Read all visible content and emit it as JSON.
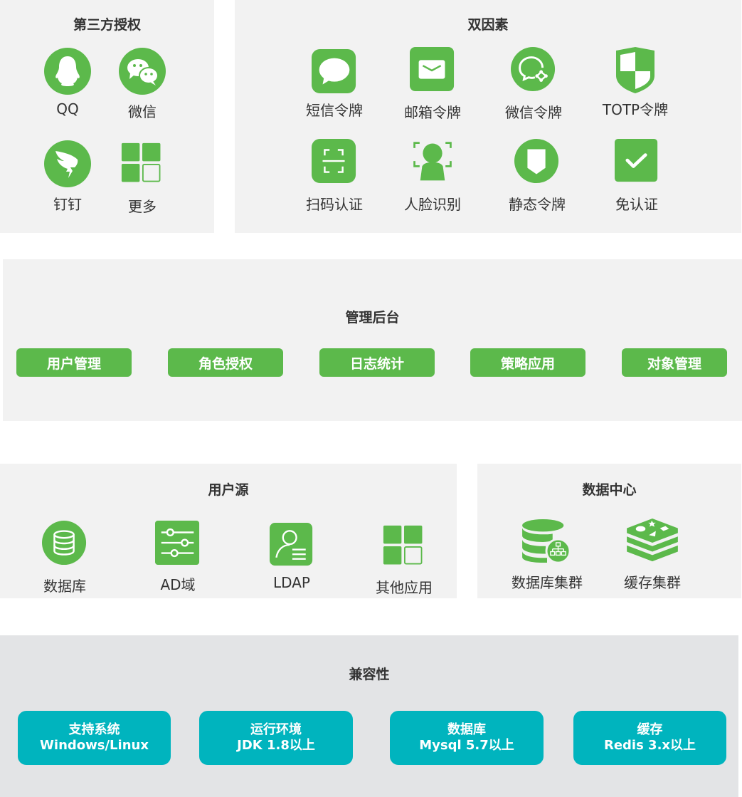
{
  "colors": {
    "green": "#5cb94b",
    "teal": "#00b4be",
    "panel_bg": "#f2f2f2",
    "compat_bg": "#e3e4e6",
    "text": "#333333"
  },
  "third_party": {
    "title": "第三方授权",
    "items": [
      {
        "label": "QQ",
        "icon": "qq-penguin-icon"
      },
      {
        "label": "微信",
        "icon": "wechat-icon"
      },
      {
        "label": "钉钉",
        "icon": "dingtalk-icon"
      },
      {
        "label": "更多",
        "icon": "more-grid-icon"
      }
    ]
  },
  "two_factor": {
    "title": "双因素",
    "items": [
      {
        "label": "短信令牌",
        "icon": "sms-bubble-icon"
      },
      {
        "label": "邮箱令牌",
        "icon": "mail-envelope-icon"
      },
      {
        "label": "微信令牌",
        "icon": "wechat-token-icon"
      },
      {
        "label": "TOTP令牌",
        "icon": "shield-icon"
      },
      {
        "label": "扫码认证",
        "icon": "scan-icon"
      },
      {
        "label": "人脸识别",
        "icon": "face-recognition-icon"
      },
      {
        "label": "静态令牌",
        "icon": "static-token-icon"
      },
      {
        "label": "免认证",
        "icon": "checkmark-icon"
      }
    ]
  },
  "admin": {
    "title": "管理后台",
    "buttons": [
      "用户管理",
      "角色授权",
      "日志统计",
      "策略应用",
      "对象管理"
    ]
  },
  "user_source": {
    "title": "用户源",
    "items": [
      {
        "label": "数据库",
        "icon": "database-icon"
      },
      {
        "label": "AD域",
        "icon": "sliders-icon"
      },
      {
        "label": "LDAP",
        "icon": "user-list-icon"
      },
      {
        "label": "其他应用",
        "icon": "more-grid-icon"
      }
    ]
  },
  "data_center": {
    "title": "数据中心",
    "items": [
      {
        "label": "数据库集群",
        "icon": "database-cluster-icon"
      },
      {
        "label": "缓存集群",
        "icon": "redis-cache-icon"
      }
    ]
  },
  "compatibility": {
    "title": "兼容性",
    "cards": [
      {
        "line1": "支持系统",
        "line2": "Windows/Linux"
      },
      {
        "line1": "运行环境",
        "line2": "JDK 1.8以上"
      },
      {
        "line1": "数据库",
        "line2": "Mysql 5.7以上"
      },
      {
        "line1": "缓存",
        "line2": "Redis 3.x以上"
      }
    ]
  }
}
